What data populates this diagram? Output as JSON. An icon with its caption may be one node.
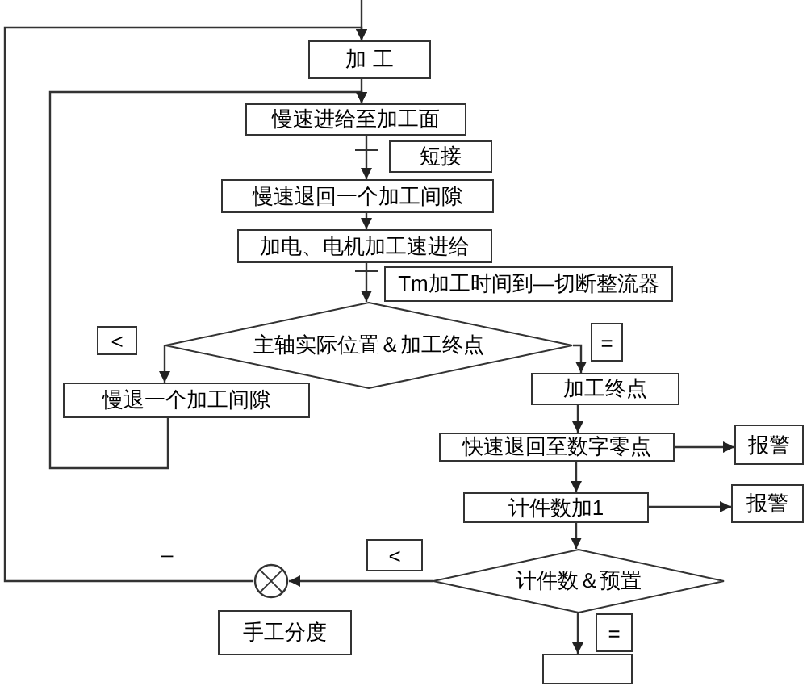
{
  "diagram": {
    "nodes": [
      {
        "text": [
          "加 工"
        ]
      },
      {
        "text": [
          "慢速进给至加工面"
        ]
      },
      {
        "text": [
          "短接"
        ]
      },
      {
        "text": [
          "慢速退回一个加工间隙"
        ]
      },
      {
        "text": [
          "加电、电机加工速进给"
        ]
      },
      {
        "text": [
          "Tm加工时间到—切断整流器"
        ]
      },
      {
        "text": [
          "主轴实际位置＆加工终点"
        ]
      },
      {
        "text": [
          "<"
        ]
      },
      {
        "text": [
          "="
        ]
      },
      {
        "text": [
          "慢退一个加工间隙"
        ]
      },
      {
        "text": [
          "加工终点"
        ]
      },
      {
        "text": [
          "快速退回至数字零点"
        ]
      },
      {
        "text": [
          "报警"
        ]
      },
      {
        "text": [
          "计件数加1"
        ]
      },
      {
        "text": [
          "报警"
        ]
      },
      {
        "text": [
          "<"
        ]
      },
      {
        "text": [
          "计件数＆预置"
        ]
      },
      {
        "text": [],
        "shape": "circle"
      },
      {
        "text": [
          "手工分度"
        ]
      },
      {
        "text": [
          "="
        ]
      },
      {
        "text": [],
        "shape": "box"
      }
    ],
    "edges": [
      {
        "from": null,
        "to": 0,
        "arrow": "to"
      },
      {
        "from": 0,
        "to": 1,
        "arrow": "to"
      },
      {
        "from": 9,
        "to": 1,
        "arrow": "to"
      },
      {
        "from": 17,
        "to": 0,
        "arrow": "to"
      },
      {
        "from": 1,
        "to": 3,
        "arrow": "to"
      },
      {
        "from": 3,
        "to": 4,
        "arrow": "to"
      },
      {
        "from": 4,
        "to": 6,
        "arrow": "to"
      },
      {
        "from": 6,
        "to": 9,
        "arrow": "to"
      },
      {
        "from": 6,
        "to": 10,
        "arrow": "to"
      },
      {
        "from": 10,
        "to": 11,
        "arrow": "to"
      },
      {
        "from": 11,
        "to": 12,
        "arrow": "to"
      },
      {
        "from": 11,
        "to": 13,
        "arrow": "to"
      },
      {
        "from": 13,
        "to": 14,
        "arrow": "to"
      },
      {
        "from": 13,
        "to": 16,
        "arrow": "to"
      },
      {
        "from": 16,
        "to": 17,
        "arrow": "to"
      },
      {
        "from": 16,
        "to": 20,
        "arrow": "to"
      }
    ],
    "labels": [
      "–"
    ]
  }
}
